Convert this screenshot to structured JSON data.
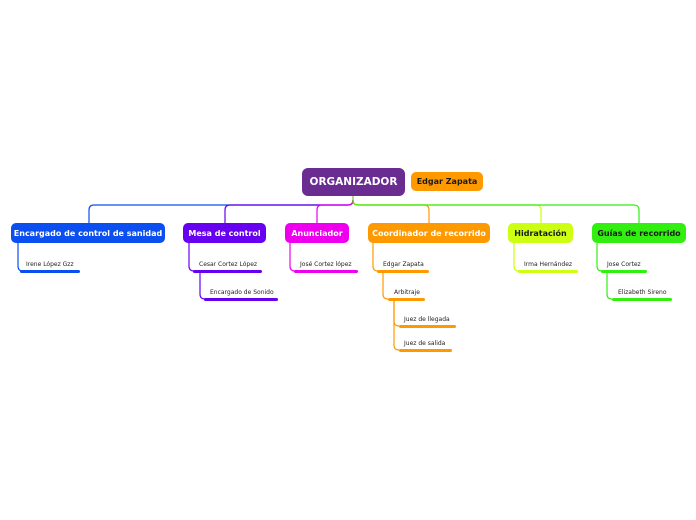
{
  "root": {
    "label": "ORGANIZADOR",
    "color": "#6a2c91"
  },
  "floating": {
    "label": "Edgar Zapata",
    "color": "#ff9900"
  },
  "branches": [
    {
      "label": "Encargado de control de sanidad",
      "color": "#0b4ff0",
      "children": [
        "Irene López Gzz"
      ]
    },
    {
      "label": "Mesa de control",
      "color": "#6600ee",
      "children": [
        "Cesar Cortez López",
        "Encargado de Sonido"
      ]
    },
    {
      "label": "Anunciador",
      "color": "#ee00ee",
      "children": [
        "José Cortez lópez"
      ]
    },
    {
      "label": "Coordinador de recorrido",
      "color": "#ff9900",
      "children": [
        "Edgar Zapata",
        "Arbitraje",
        "Juez de llegada",
        "Juez de salida"
      ]
    },
    {
      "label": "Hidratación",
      "color": "#ccff11",
      "children": [
        "Irma Hernández"
      ]
    },
    {
      "label": "Guías de recorrido",
      "color": "#33ee11",
      "children": [
        "Jose Cortez",
        "Elizabeth Sireno"
      ]
    }
  ]
}
